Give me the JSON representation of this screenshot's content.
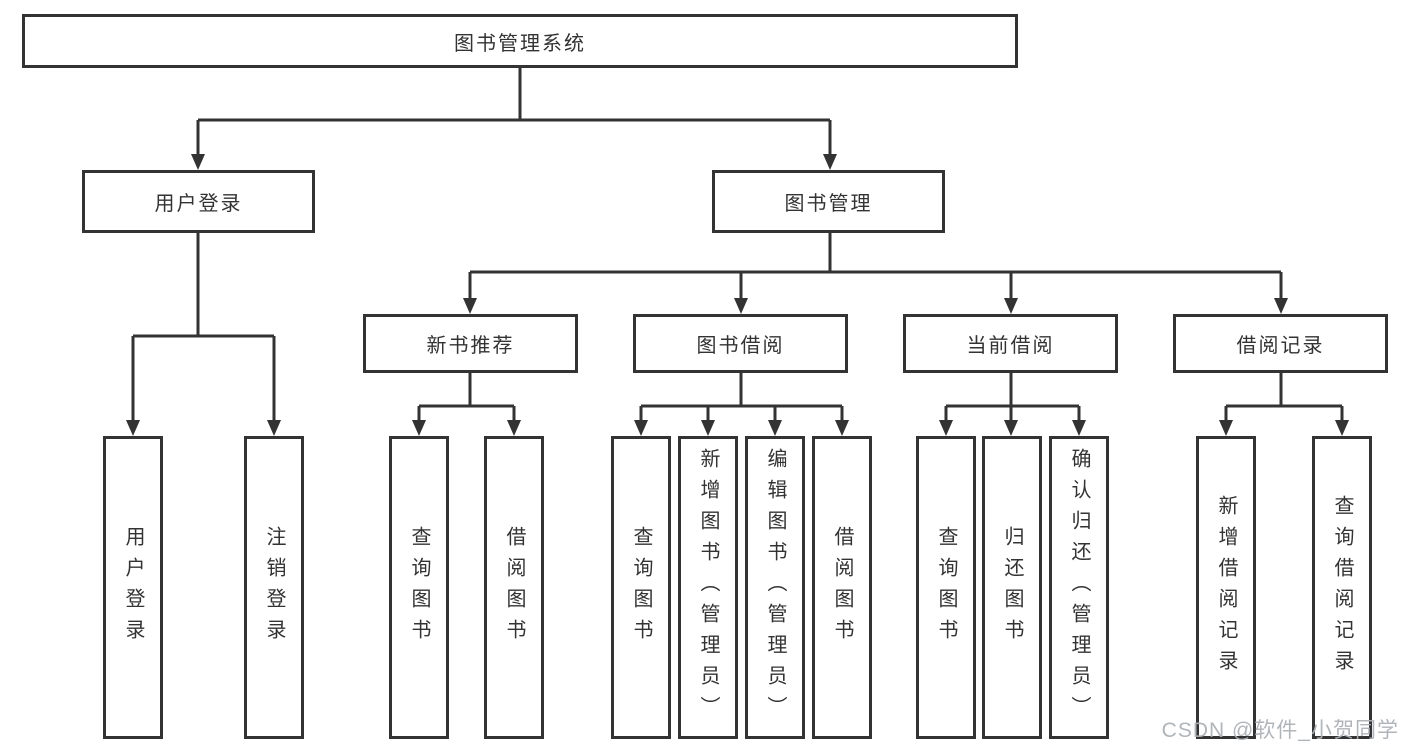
{
  "tree": {
    "label": "图书管理系统",
    "children": [
      {
        "label": "用户登录",
        "children": [
          {
            "label": "用户登录"
          },
          {
            "label": "注销登录"
          }
        ]
      },
      {
        "label": "图书管理",
        "children": [
          {
            "label": "新书推荐",
            "children": [
              {
                "label": "查询图书"
              },
              {
                "label": "借阅图书"
              }
            ]
          },
          {
            "label": "图书借阅",
            "children": [
              {
                "label": "查询图书"
              },
              {
                "label": "新增图书（管理员）"
              },
              {
                "label": "编辑图书（管理员）"
              },
              {
                "label": "借阅图书"
              }
            ]
          },
          {
            "label": "当前借阅",
            "children": [
              {
                "label": "查询图书"
              },
              {
                "label": "归还图书"
              },
              {
                "label": "确认归还（管理员）"
              }
            ]
          },
          {
            "label": "借阅记录",
            "children": [
              {
                "label": "新增借阅记录"
              },
              {
                "label": "查询借阅记录"
              }
            ]
          }
        ]
      }
    ]
  },
  "watermark": {
    "text": "CSDN @软件_小贺同学"
  },
  "colors": {
    "line": "#333333",
    "box_border": "#333333",
    "text": "#333333",
    "watermark": "#acb1b6",
    "background": "#ffffff"
  }
}
